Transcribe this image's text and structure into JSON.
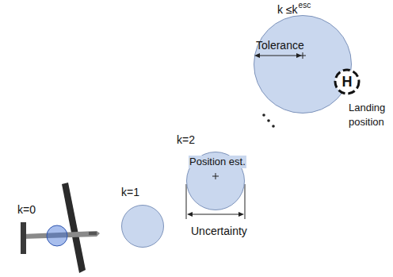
{
  "diagram": {
    "nodes": [
      {
        "text": [
          "k=1"
        ]
      },
      {
        "text": [
          "k=2",
          "Position est."
        ]
      },
      {
        "text": [
          "Tolerance"
        ]
      },
      {
        "text": [
          "H",
          "Landing position"
        ]
      }
    ],
    "labels": [
      "k=0",
      "k ≤k",
      "esc",
      "Uncertainty"
    ]
  }
}
